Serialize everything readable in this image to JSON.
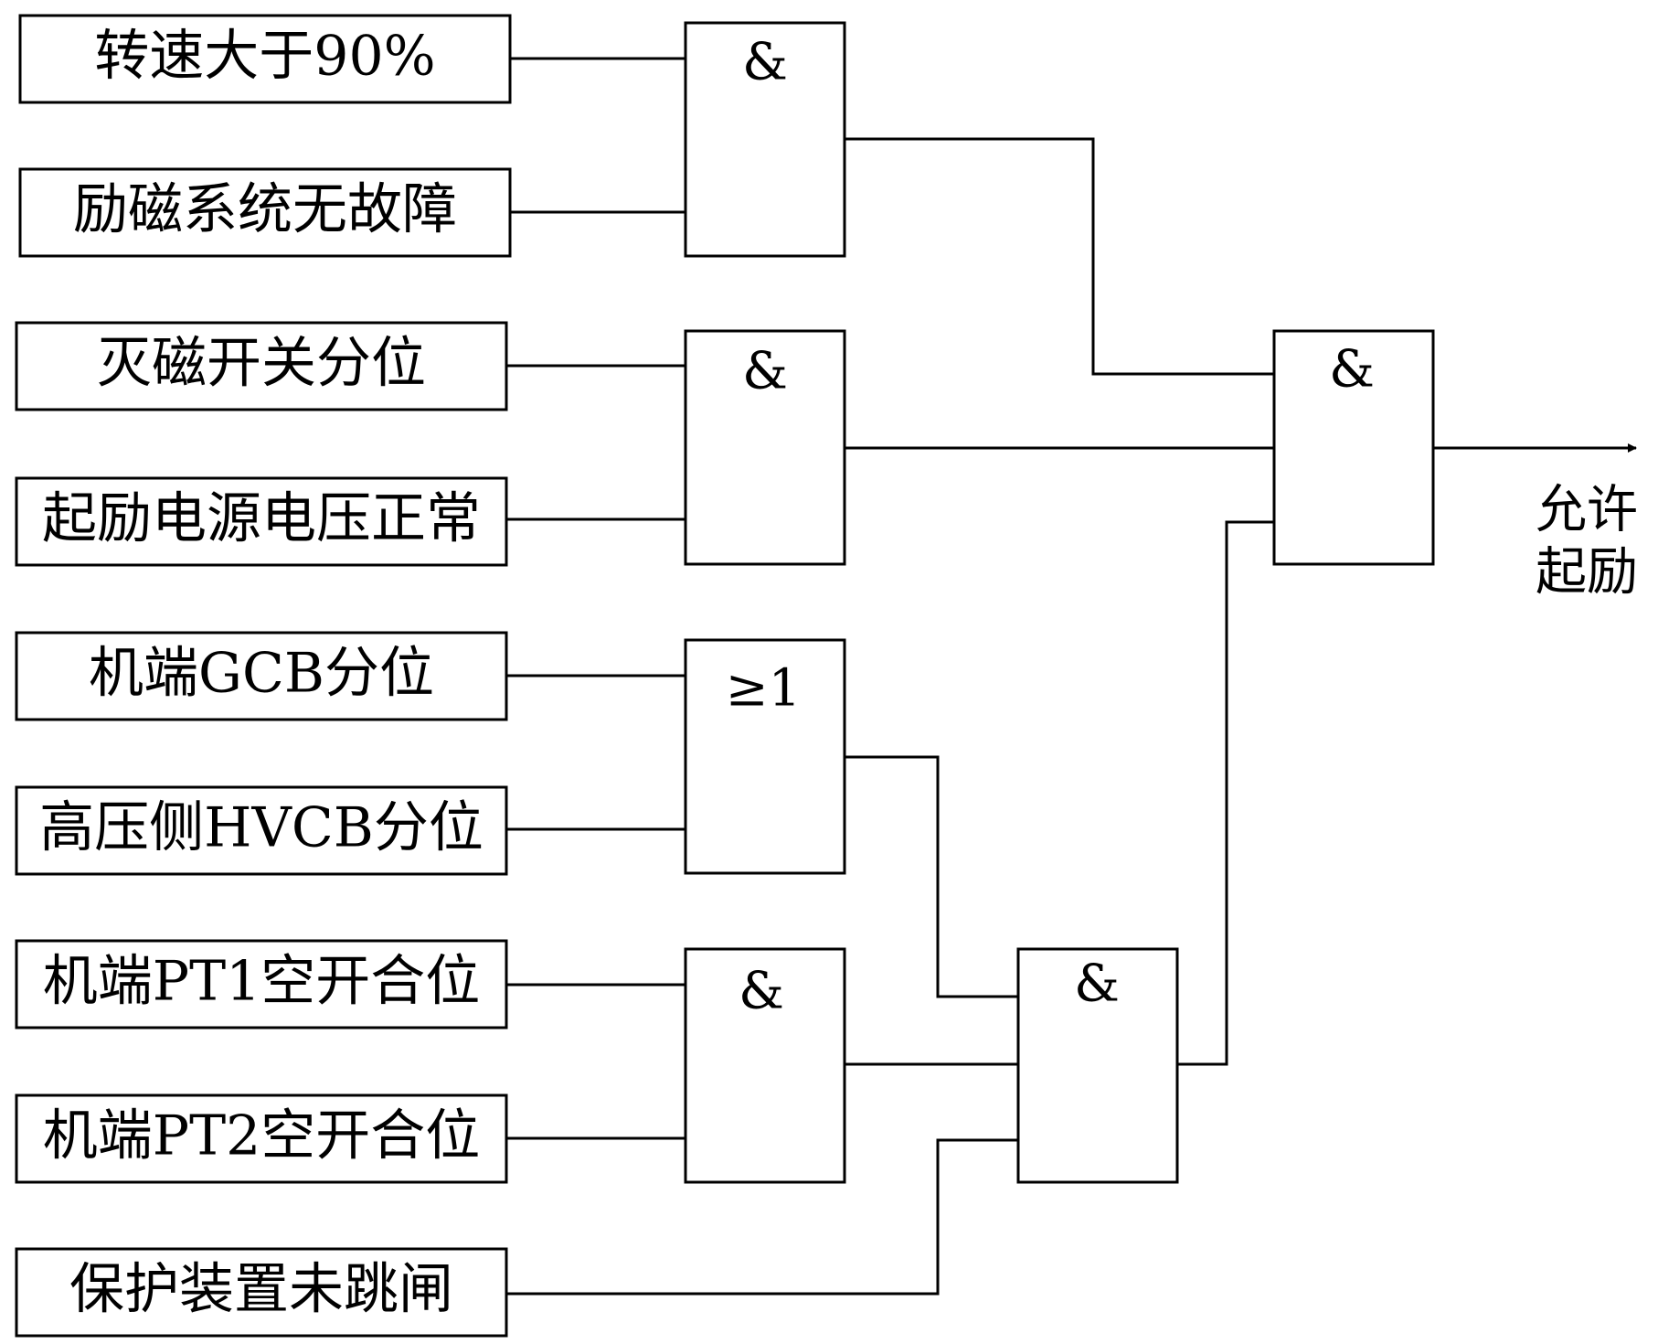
{
  "inputs": {
    "speed": "转速大于90%",
    "excitation_ok": "励磁系统无故障",
    "de_excitation_switch": "灭磁开关分位",
    "flash_supply": "起励电源电压正常",
    "gcb": "机端GCB分位",
    "hvcb": "高压侧HVCB分位",
    "pt1": "机端PT1空开合位",
    "pt2": "机端PT2空开合位",
    "protection": "保护装置未跳闸"
  },
  "gates": {
    "g1": "&",
    "g2": "&",
    "g3": "≥1",
    "g4": "&",
    "g5": "&",
    "g6": "&"
  },
  "output": {
    "line1": "允许",
    "line2": "起励"
  }
}
